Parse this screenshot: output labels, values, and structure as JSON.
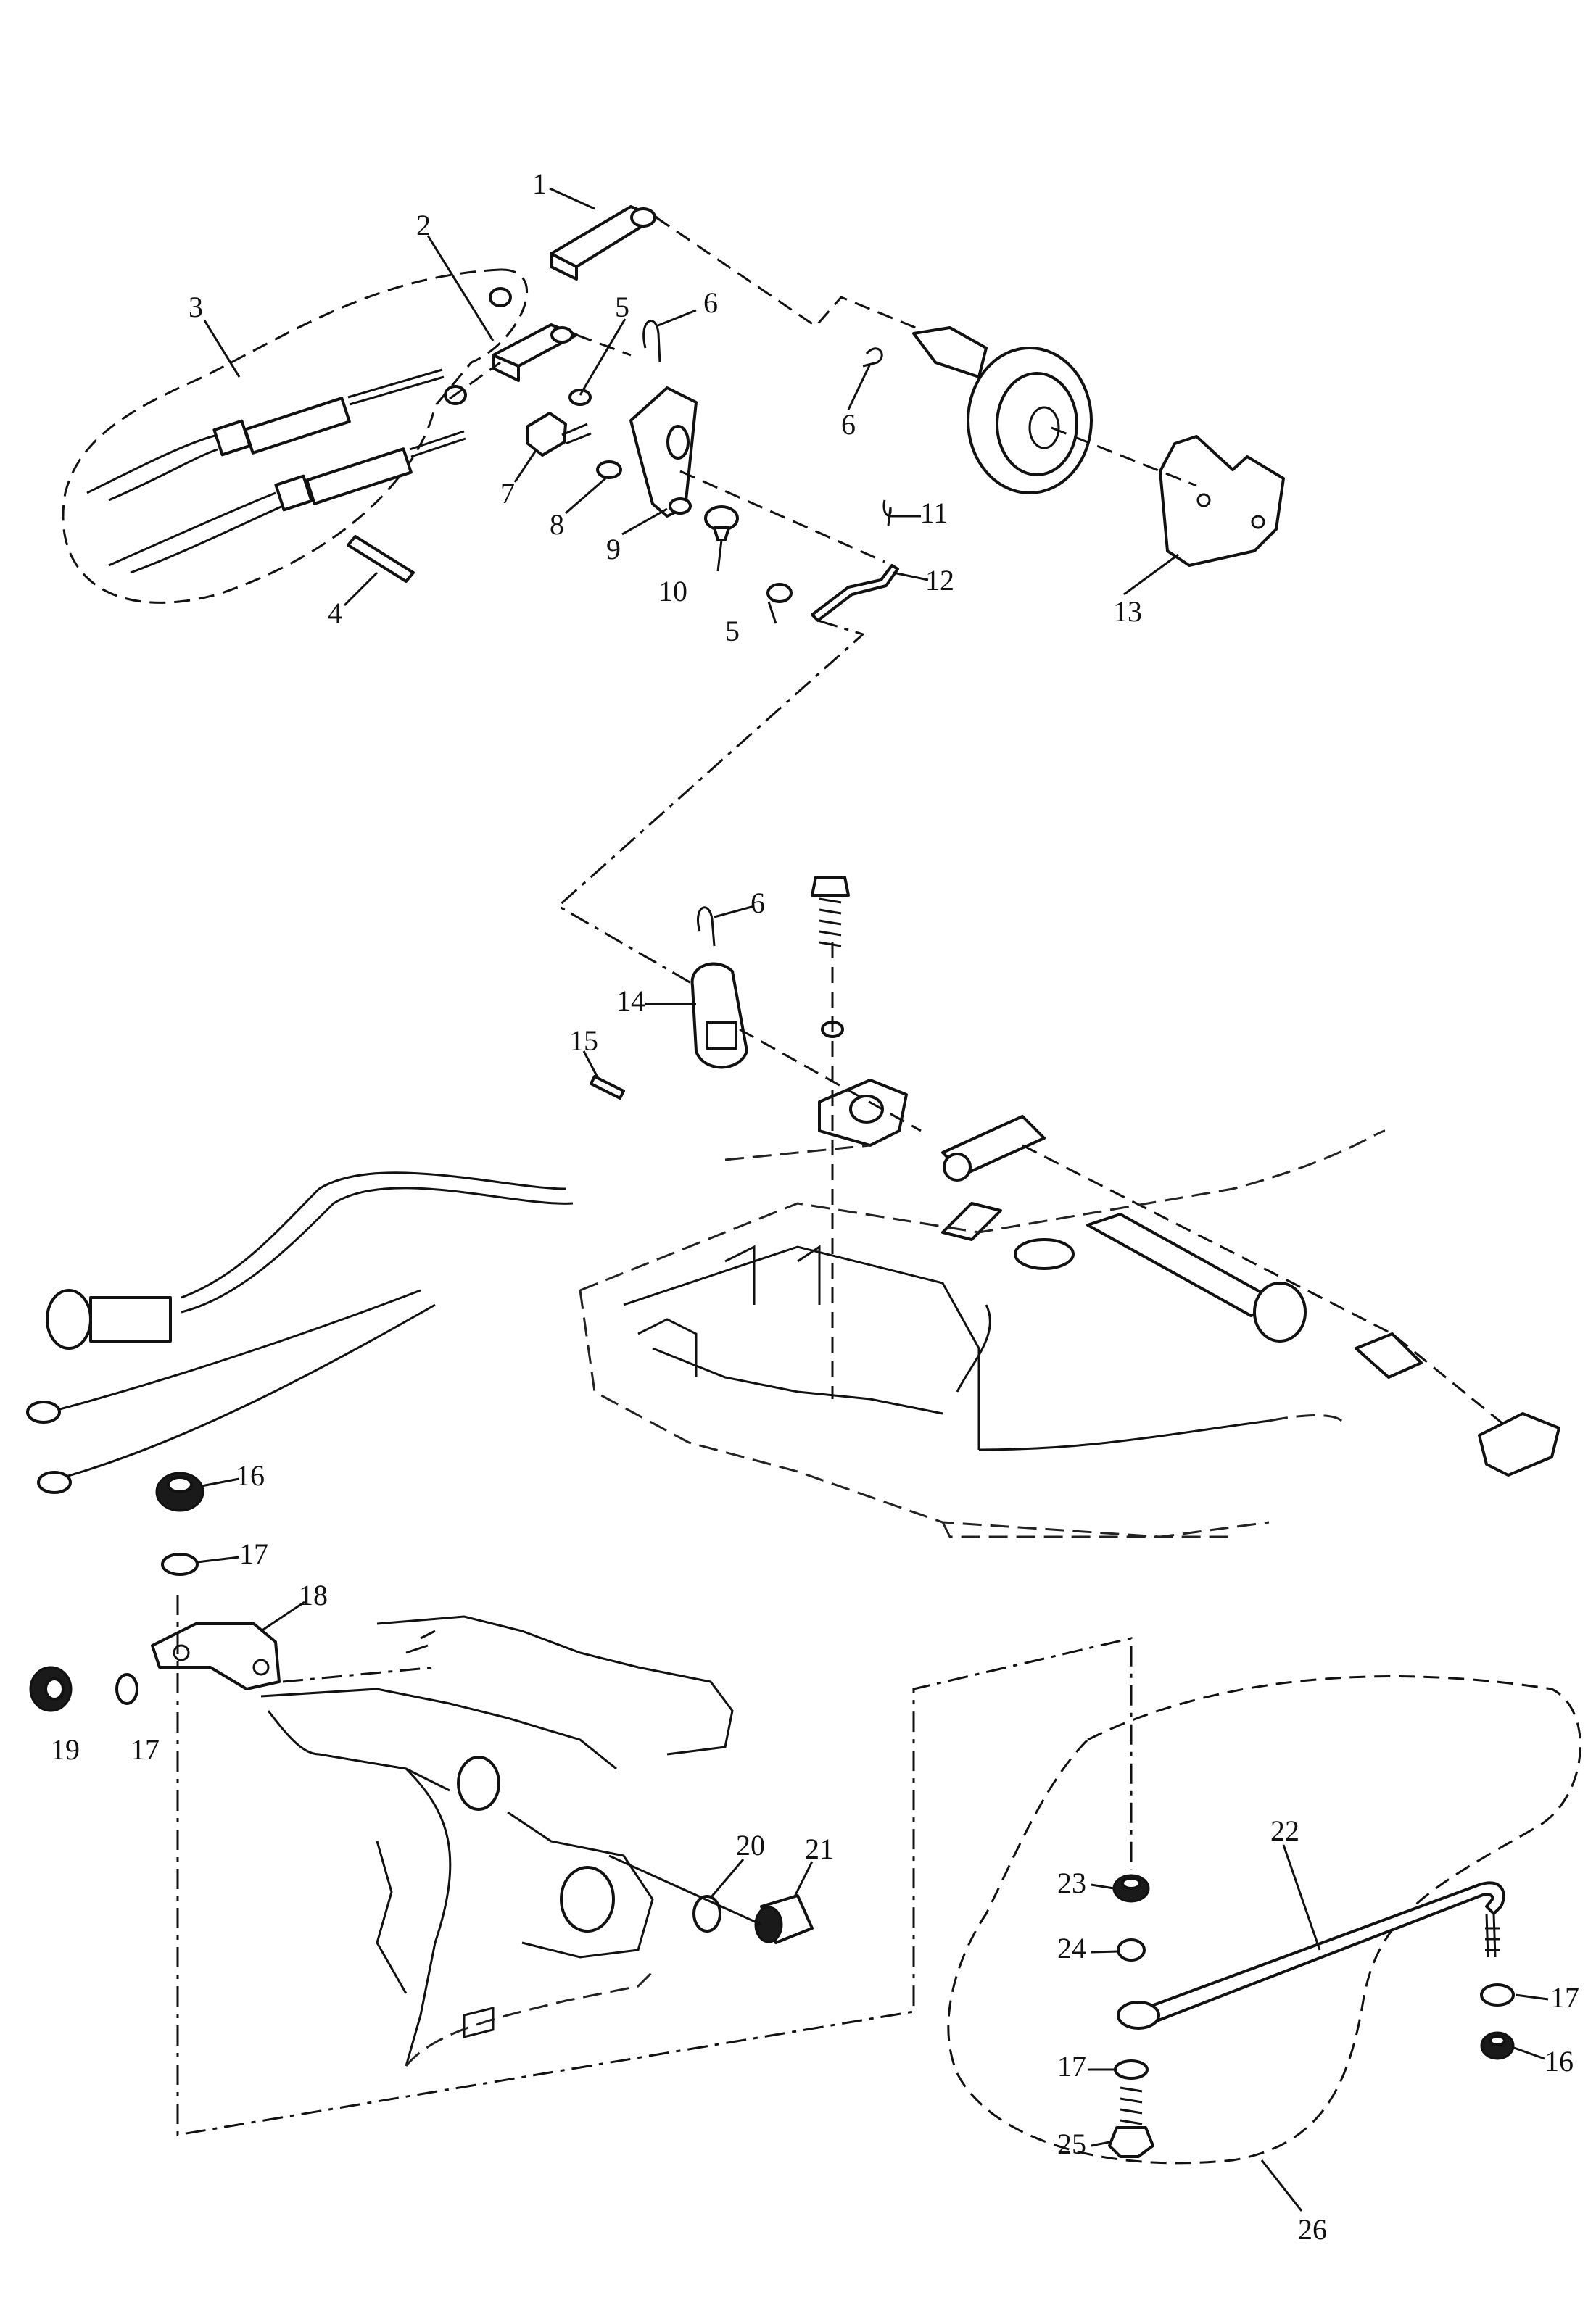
{
  "callouts": [
    "1",
    "2",
    "3",
    "4",
    "5",
    "6",
    "7",
    "8",
    "9",
    "10",
    "11",
    "12",
    "13",
    "14",
    "15",
    "16",
    "17",
    "18",
    "19",
    "20",
    "21",
    "22",
    "23",
    "24",
    "25",
    "26"
  ],
  "icons": {
    "cable": "shift-throttle-cable-icon",
    "clip": "cable-clip-icon",
    "pin": "cotter-pin-icon",
    "nut": "hex-nut-icon",
    "washer": "washer-icon",
    "lever": "lever-icon",
    "plate": "plate-icon",
    "bracket": "bracket-icon",
    "rod": "shift-rod-icon",
    "bushing": "bushing-icon",
    "oring": "o-ring-icon"
  }
}
